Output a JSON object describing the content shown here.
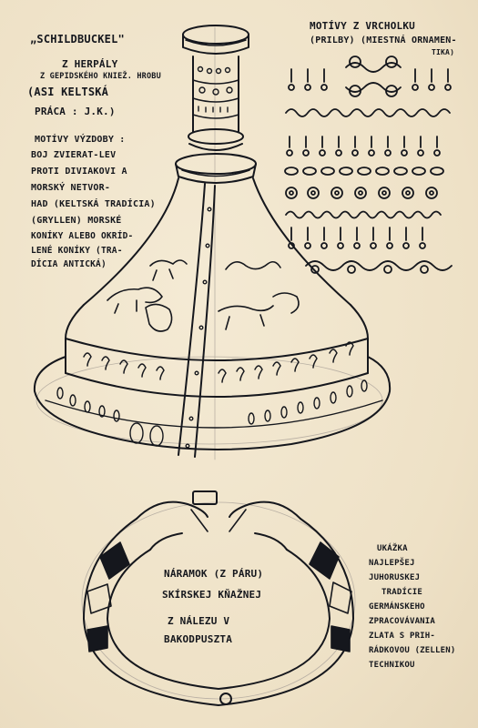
{
  "colors": {
    "paper": "#f1e6cf",
    "ink": "#15171d",
    "pencil": "#b9b0a4"
  },
  "title": "„SCHILDBUCKEL\"",
  "title_sub": [
    "Z HERPÁLY",
    "Z GEPIDSKÉHO KNIEŽ. HROBU",
    "(ASI KELTSKÁ",
    "PRÁCA : J.K.)"
  ],
  "decoration_motifs": {
    "heading": "MOTÍVY VÝZDOBY :",
    "lines": [
      "BOJ ZVIERAT-LEV",
      "PROTI DIVIAKOVI A",
      "MORSKÝ NETVOR-",
      "HAD (KELTSKÁ TRADÍCIA)",
      "(GRYLLEN) MORSKÉ",
      "KONÍKY ALEBO OKRÍD-",
      "LENÉ KONÍKY (TRA-",
      "DÍCIA ANTICKÁ)"
    ]
  },
  "helmet_motifs": {
    "line1": "MOTÍVY Z VRCHOLKU",
    "line2": "(PRILBY) (MIESTNÁ ORNAMEN-",
    "line3": "TIKA)"
  },
  "armlet_label": [
    "NÁRAMOK (Z PÁRU)",
    "SKÍRSKEJ KŇAŽNEJ",
    "Z NÁLEZU V",
    "BAKODPUSZTA"
  ],
  "sample_label": [
    "UKÁŽKA",
    "NAJLEPŠEJ",
    "JUHORUSKEJ",
    "TRADÍCIE",
    "GERMÁNSKEHO",
    "ZPRACOVÁVANIA",
    "ZLATA S PRIH-",
    "RÁDKOVOU (ZELLEN)",
    "TECHNIKOU"
  ]
}
